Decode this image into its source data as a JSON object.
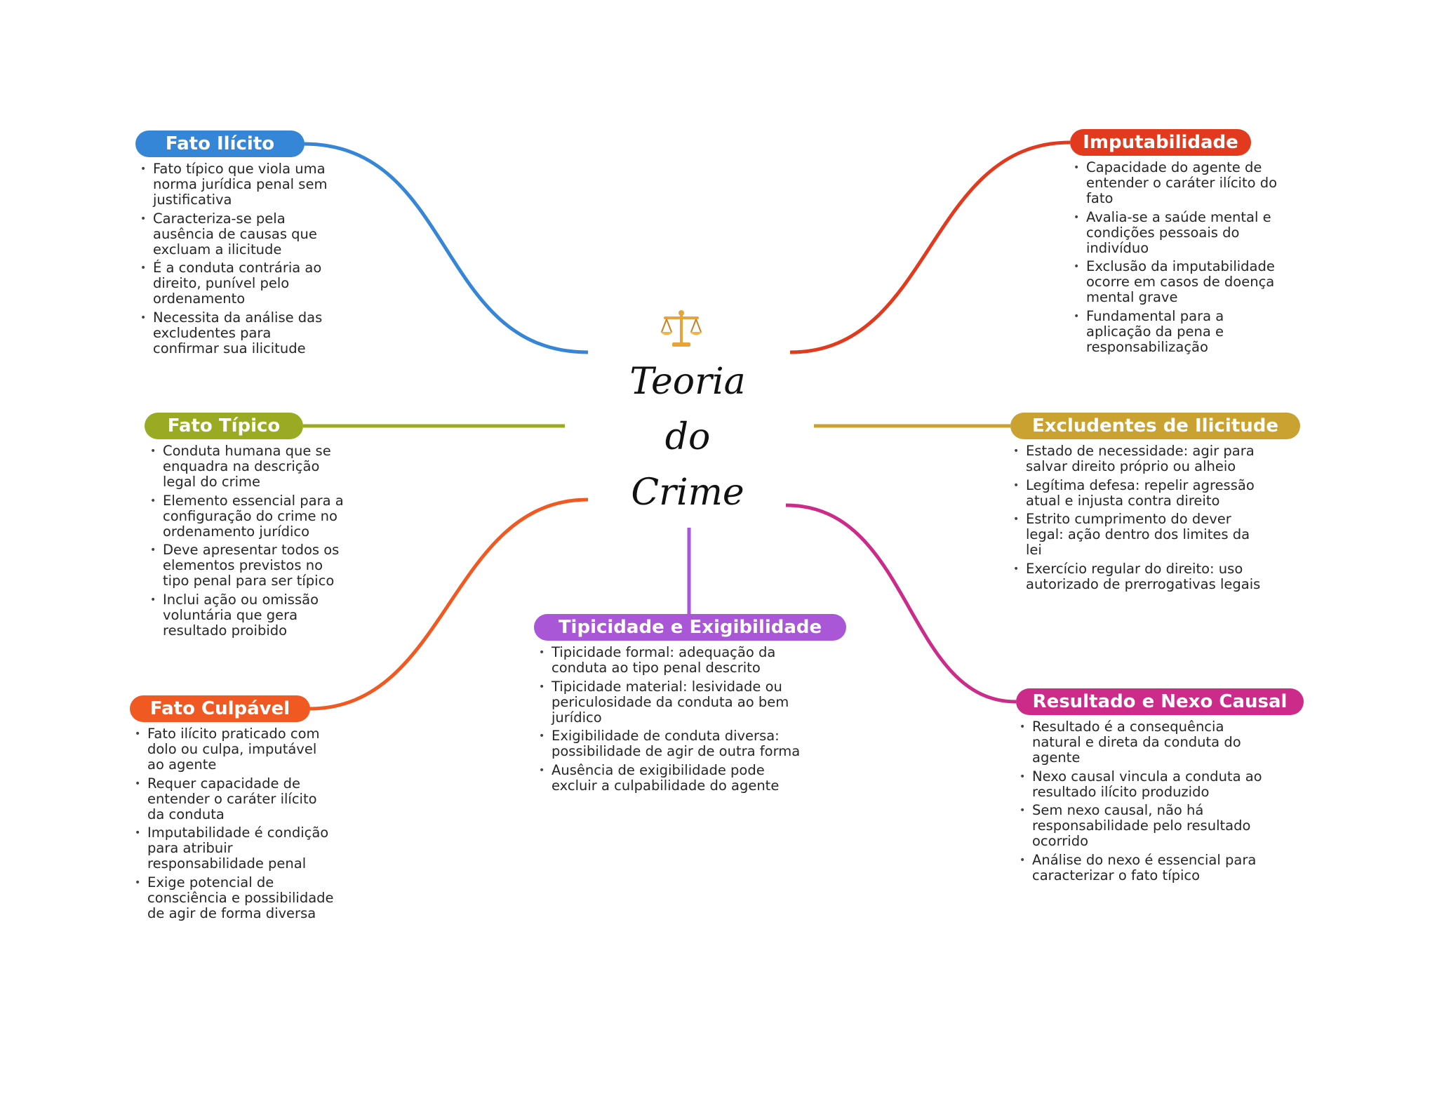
{
  "center": {
    "icon": "balance-scale-icon",
    "title_lines": [
      "Teoria",
      "do",
      "Crime"
    ]
  },
  "branches": {
    "fato_ilicito": {
      "label": "Fato Ilícito",
      "color": "#3586d6",
      "bullets": [
        "Fato típico que viola uma norma jurídica penal sem justificativa",
        "Caracteriza-se pela ausência de causas que excluam a ilicitude",
        "É a conduta contrária ao direito, punível pelo ordenamento",
        "Necessita da análise das excludentes para confirmar sua ilicitude"
      ]
    },
    "fato_tipico": {
      "label": "Fato Típico",
      "color": "#9aaa22",
      "bullets": [
        "Conduta humana que se enquadra na descrição legal do crime",
        "Elemento essencial para a configuração do crime no ordenamento jurídico",
        "Deve apresentar todos os elementos previstos no tipo penal para ser típico",
        "Inclui ação ou omissão voluntária que gera resultado proibido"
      ]
    },
    "fato_culpavel": {
      "label": "Fato Culpável",
      "color": "#f05a22",
      "bullets": [
        "Fato ilícito praticado com dolo ou culpa, imputável ao agente",
        "Requer capacidade de entender o caráter ilícito da conduta",
        "Imputabilidade é condição para atribuir responsabilidade penal",
        "Exige potencial de consciência e possibilidade de agir de forma diversa"
      ]
    },
    "tipicidade": {
      "label": "Tipicidade e Exigibilidade",
      "color": "#a957d6",
      "bullets": [
        "Tipicidade formal: adequação da conduta ao tipo penal descrito",
        "Tipicidade material: lesividade ou periculosidade da conduta ao bem jurídico",
        "Exigibilidade de conduta diversa: possibilidade de agir de outra forma",
        "Ausência de exigibilidade pode excluir a culpabilidade do agente"
      ]
    },
    "imputabilidade": {
      "label": "Imputabilidade",
      "color": "#e23a1e",
      "bullets": [
        "Capacidade do agente de entender o caráter ilícito do fato",
        "Avalia-se a saúde mental e condições pessoais do indivíduo",
        "Exclusão da imputabilidade ocorre em casos de doença mental grave",
        "Fundamental para a aplicação da pena e responsabilização"
      ]
    },
    "excludentes": {
      "label": "Excludentes de Ilicitude",
      "color": "#c9a232",
      "bullets": [
        "Estado de necessidade: agir para salvar direito próprio ou alheio",
        "Legítima defesa: repelir agressão atual e injusta contra direito",
        "Estrito cumprimento do dever legal: ação dentro dos limites da lei",
        "Exercício regular do direito: uso autorizado de prerrogativas legais"
      ]
    },
    "resultado": {
      "label": "Resultado e Nexo Causal",
      "color": "#cc2b8a",
      "bullets": [
        "Resultado é a consequência natural e direta da conduta do agente",
        "Nexo causal vincula a conduta ao resultado ilícito produzido",
        "Sem nexo causal, não há responsabilidade pelo resultado ocorrido",
        "Análise do nexo é essencial para caracterizar o fato típico"
      ]
    }
  }
}
